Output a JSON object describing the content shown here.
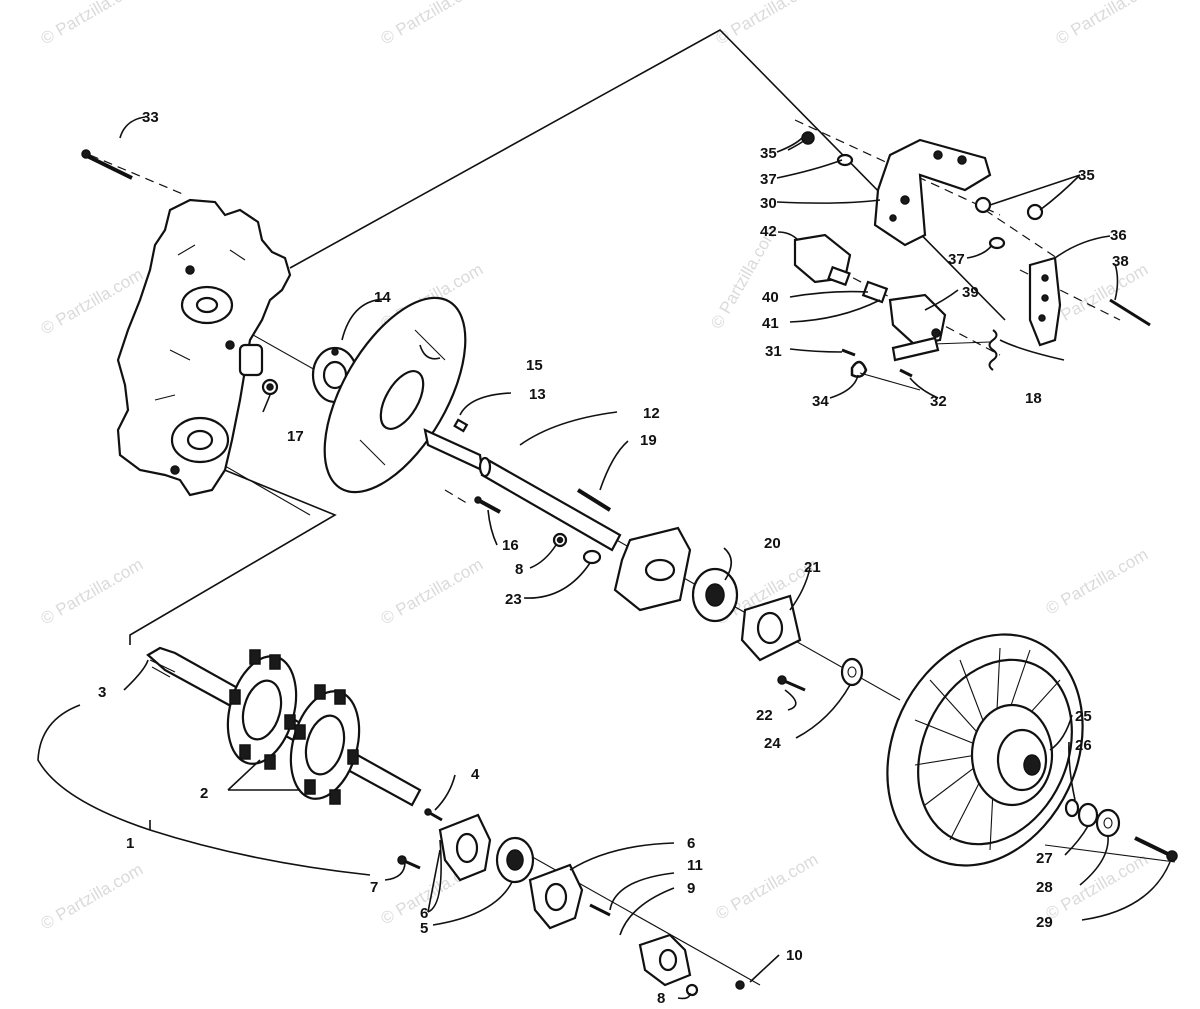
{
  "watermark": {
    "text": "© Partzilla.com"
  },
  "callouts": [
    {
      "label": "1"
    },
    {
      "label": "2"
    },
    {
      "label": "3"
    },
    {
      "label": "4"
    },
    {
      "label": "5"
    },
    {
      "label": "6"
    },
    {
      "label": "6"
    },
    {
      "label": "7"
    },
    {
      "label": "8"
    },
    {
      "label": "8"
    },
    {
      "label": "9"
    },
    {
      "label": "10"
    },
    {
      "label": "11"
    },
    {
      "label": "12"
    },
    {
      "label": "13"
    },
    {
      "label": "14"
    },
    {
      "label": "15"
    },
    {
      "label": "16"
    },
    {
      "label": "17"
    },
    {
      "label": "18"
    },
    {
      "label": "19"
    },
    {
      "label": "20"
    },
    {
      "label": "21"
    },
    {
      "label": "22"
    },
    {
      "label": "23"
    },
    {
      "label": "24"
    },
    {
      "label": "25"
    },
    {
      "label": "26"
    },
    {
      "label": "27"
    },
    {
      "label": "28"
    },
    {
      "label": "29"
    },
    {
      "label": "30"
    },
    {
      "label": "31"
    },
    {
      "label": "32"
    },
    {
      "label": "33"
    },
    {
      "label": "34"
    },
    {
      "label": "35"
    },
    {
      "label": "35"
    },
    {
      "label": "36"
    },
    {
      "label": "37"
    },
    {
      "label": "37"
    },
    {
      "label": "38"
    },
    {
      "label": "39"
    },
    {
      "label": "40"
    },
    {
      "label": "41"
    },
    {
      "label": "42"
    }
  ]
}
